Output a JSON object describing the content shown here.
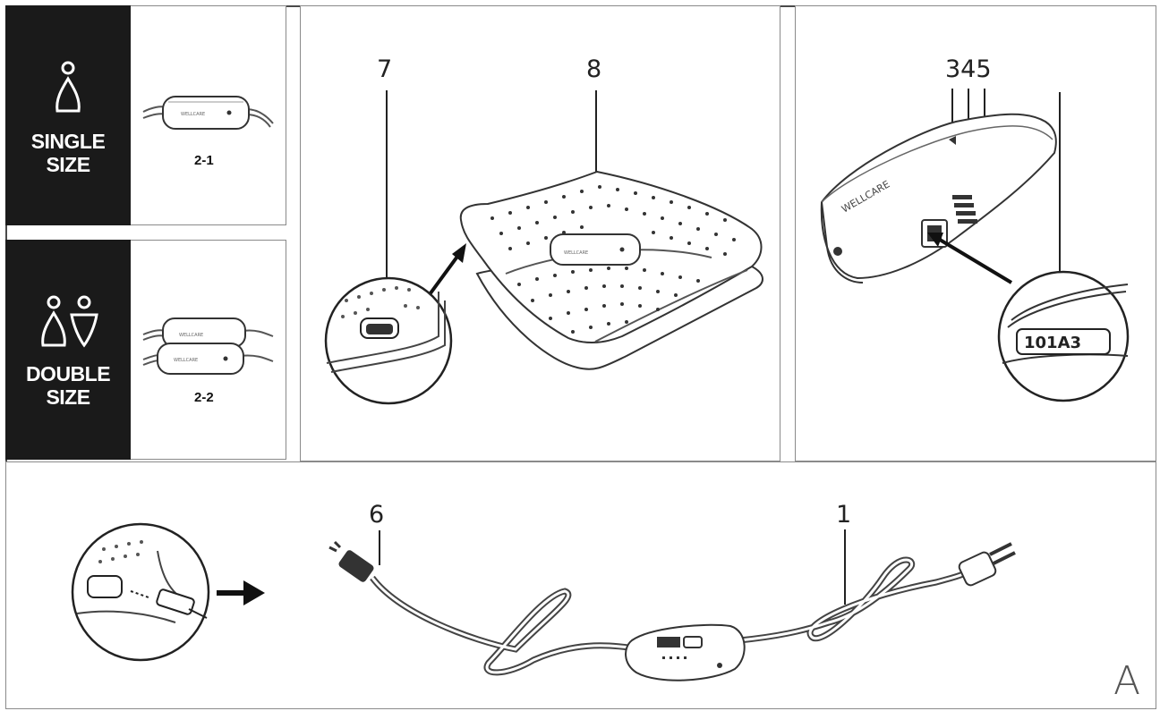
{
  "sizes": {
    "single": {
      "line1": "SINGLE",
      "line2": "SIZE",
      "code": "2-1"
    },
    "double": {
      "line1": "DOUBLE",
      "line2": "SIZE",
      "code": "2-2"
    }
  },
  "blanket_panel": {
    "label_left": "7",
    "label_right": "8"
  },
  "controller_panel": {
    "label": "345",
    "brand_text": "WELLCARE",
    "dial_text": "101A3"
  },
  "cord_panel": {
    "label_left": "6",
    "label_right": "1"
  },
  "figure_letter": "A"
}
